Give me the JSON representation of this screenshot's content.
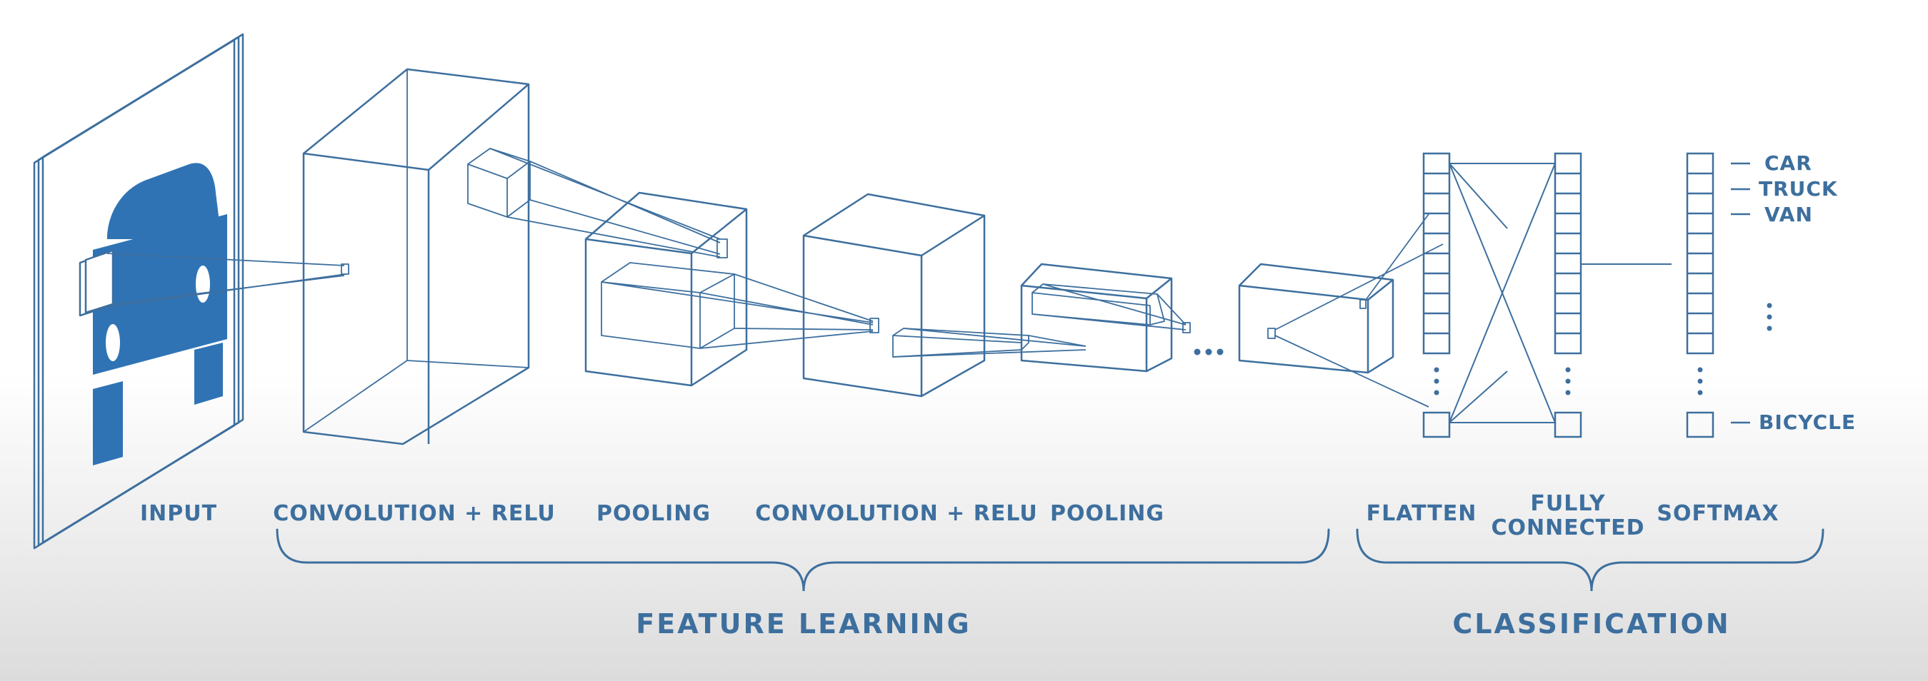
{
  "colors": {
    "primary": "#3d6f9e",
    "fill": "#2f73b5"
  },
  "stages": {
    "input": "INPUT",
    "conv1": "CONVOLUTION + RELU",
    "pool1": "POOLING",
    "conv2": "CONVOLUTION + RELU",
    "pool2": "POOLING",
    "flatten": "FLATTEN",
    "fc_line1": "FULLY",
    "fc_line2": "CONNECTED",
    "softmax": "SOFTMAX"
  },
  "groups": {
    "feature_learning": "FEATURE LEARNING",
    "classification": "CLASSIFICATION"
  },
  "classes": [
    "CAR",
    "TRUCK",
    "VAN",
    "BICYCLE"
  ],
  "ellipsis": "..."
}
